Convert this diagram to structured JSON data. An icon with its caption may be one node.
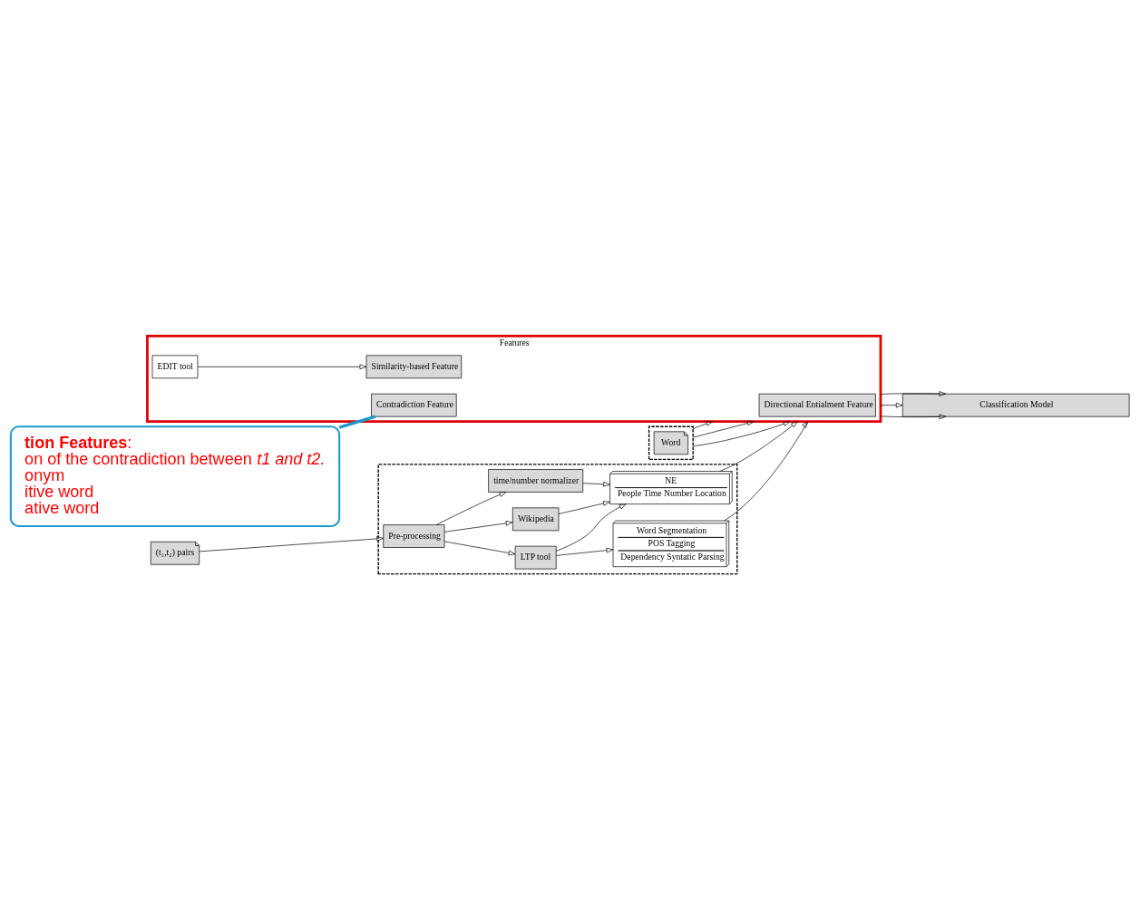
{
  "diagram": {
    "nodes": [
      {
        "text": [],
        "shape": "box"
      },
      {
        "text": [
          "(t₁,t₂) pairs"
        ]
      },
      {
        "text": [
          "Pre-processing"
        ],
        "in": 0
      },
      {
        "text": [
          "LTP tool"
        ],
        "in": 0
      },
      {
        "text": [
          "Wikipedia"
        ],
        "in": 0
      },
      {
        "text": [
          "time/number normalizer"
        ],
        "in": 0
      },
      {
        "text": [
          "Word Segmentation",
          "POS Tagging",
          "Dependency Syntatic Parsing"
        ],
        "in": 0
      },
      {
        "text": [
          "NE",
          "People Time Number Location"
        ],
        "in": 0
      },
      {
        "text": [],
        "shape": "box"
      },
      {
        "text": [
          "Word"
        ],
        "in": 8
      },
      {
        "text": [
          "**tion Features**:",
          "on of the contradiction between *t1 and t2.*",
          "onym",
          "itive word",
          "ative word"
        ]
      },
      {
        "text": [
          "Features"
        ]
      },
      {
        "text": [
          "Similarity-based Feature"
        ],
        "in": 11
      },
      {
        "text": [
          "EDIT tool"
        ],
        "in": 11
      },
      {
        "text": [
          "Directional Entialment Feature"
        ],
        "in": 11
      },
      {
        "text": [
          "Contradiction Feature"
        ],
        "in": 11
      },
      {
        "text": [
          "Classification Model"
        ]
      }
    ],
    "edges": [
      {
        "from": 1,
        "to": 2,
        "arrow": "to"
      },
      {
        "from": 2,
        "to": 3,
        "arrow": "to"
      },
      {
        "from": 2,
        "to": 4,
        "arrow": "to"
      },
      {
        "from": 2,
        "to": 5,
        "arrow": "to"
      },
      {
        "from": 3,
        "to": 6,
        "arrow": "to"
      },
      {
        "from": 3,
        "to": 7,
        "arrow": "to"
      },
      {
        "from": 4,
        "to": 7,
        "arrow": "to"
      },
      {
        "from": 5,
        "to": 7,
        "arrow": "to"
      },
      {
        "from": 7,
        "to": 11,
        "arrow": "to"
      },
      {
        "from": 6,
        "to": 11,
        "arrow": "to"
      },
      {
        "from": 13,
        "to": 12,
        "arrow": "to"
      },
      {
        "from": 8,
        "to": 11,
        "arrow": "to"
      },
      {
        "from": 8,
        "to": 11,
        "arrow": "to"
      },
      {
        "from": 8,
        "to": 11,
        "arrow": "to"
      },
      {
        "from": 11,
        "to": 16,
        "arrow": "to"
      },
      {
        "from": 11,
        "to": 16,
        "arrow": "to"
      },
      {
        "from": 11,
        "to": 16,
        "arrow": "to"
      },
      {
        "from": 10,
        "to": 15,
        "arrow": "none",
        "style": "thick",
        "color": "#1a9bd0"
      }
    ]
  }
}
